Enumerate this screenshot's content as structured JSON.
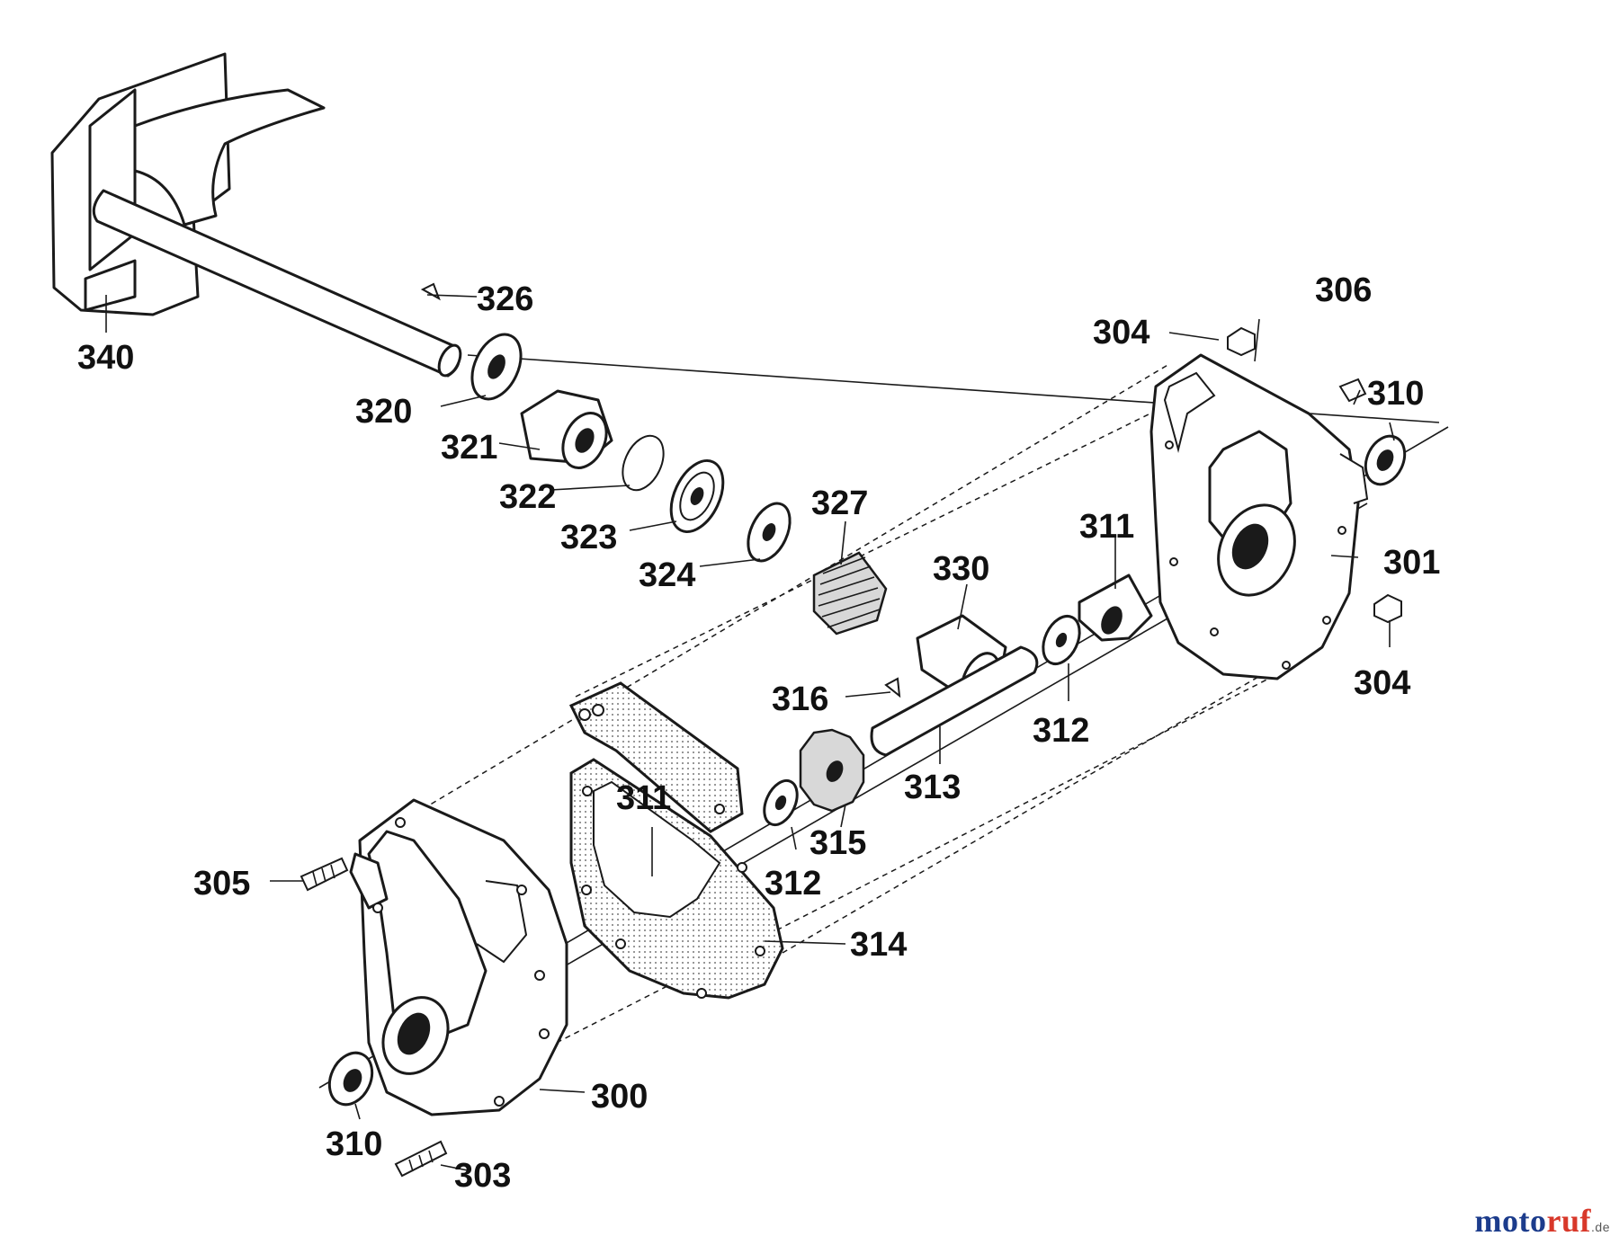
{
  "diagram": {
    "part_labels": {
      "p300": "300",
      "p301": "301",
      "p303": "303",
      "p304a": "304",
      "p304b": "304",
      "p305": "305",
      "p306": "306",
      "p310a": "310",
      "p310b": "310",
      "p311a": "311",
      "p311b": "311",
      "p312a": "312",
      "p312b": "312",
      "p313": "313",
      "p314": "314",
      "p315": "315",
      "p316": "316",
      "p320": "320",
      "p321": "321",
      "p322": "322",
      "p323": "323",
      "p324": "324",
      "p326": "326",
      "p327": "327",
      "p330": "330",
      "p340": "340"
    }
  },
  "watermark": {
    "part1": "moto",
    "part2": "ruf",
    "suffix": ".de"
  }
}
